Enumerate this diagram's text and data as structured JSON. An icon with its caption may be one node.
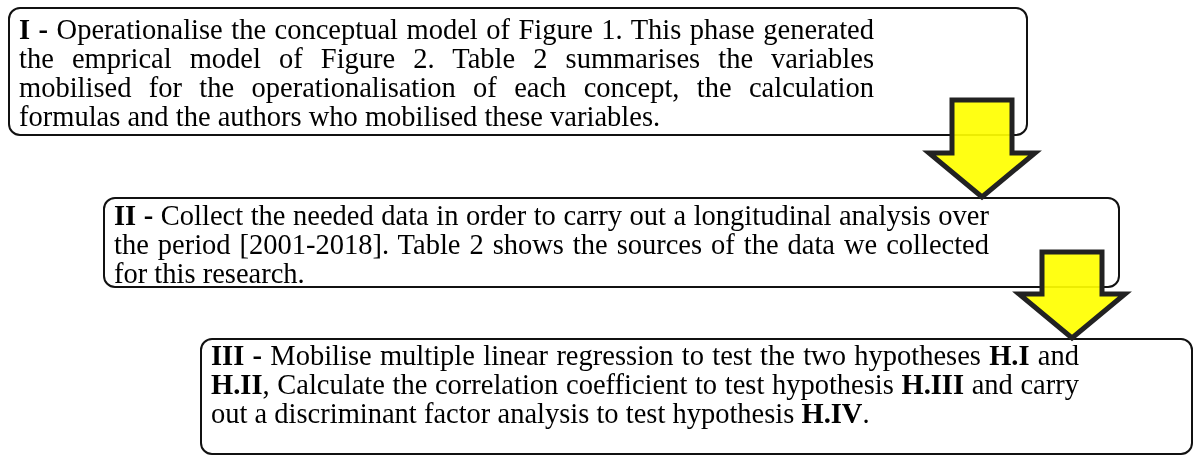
{
  "diagram": {
    "nodes": [
      {
        "text": [
          "**I -** Operationalise the conceptual model of Figure 1. This phase generated the emprical model of Figure 2. Table 2 summarises the variables mobilised for the operationalisation of each concept, the calculation formulas and the authors who mobilised these variables."
        ]
      },
      {
        "text": [
          "**II -** Collect the needed data in order to carry out a longitudinal analysis over the period [2001-2018]. Table 2 shows the sources of the data we collected for this research."
        ]
      },
      {
        "text": [
          "**III -** Mobilise multiple linear regression to test the two hypotheses **H.I** and **H.II**, Calculate the correlation coefficient to test hypothesis **H.III** and carry out a discriminant factor analysis to test hypothesis **H.IV**."
        ]
      }
    ],
    "edges": [
      {
        "from": 0,
        "to": 1,
        "arrow": "to",
        "style": "thick",
        "color": "#ffff00"
      },
      {
        "from": 1,
        "to": 2,
        "arrow": "to",
        "style": "thick",
        "color": "#ffff00"
      }
    ]
  }
}
